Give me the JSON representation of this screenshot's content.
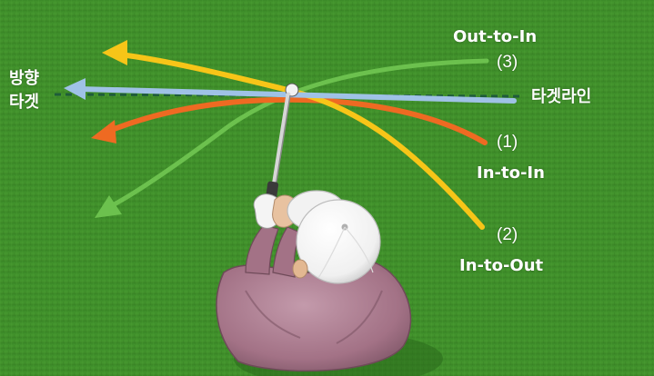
{
  "labels": {
    "direction_target_line1": "방향",
    "direction_target_line2": "타겟",
    "target_line": "타겟라인",
    "path3_name": "Out-to-In",
    "path3_number": "(3)",
    "path1_number": "(1)",
    "path1_name": "In-to-In",
    "path2_number": "(2)",
    "path2_name": "In-to-Out"
  },
  "colors": {
    "grass": "#3f8e2a",
    "target_line": "#9fc2e6",
    "target_dash": "#1f5c3a",
    "path1_in_to_in": "#ee6a22",
    "path2_in_to_out": "#f7c518",
    "path3_out_to_in": "#6cc14e",
    "shirt": "#a97b90",
    "cap": "#ffffff",
    "glove": "#f4f4f4",
    "club_shaft": "#cfcfcf"
  },
  "icons": {
    "ball": "golf-ball-icon",
    "golfer": "golfer-top-view-illustration"
  }
}
